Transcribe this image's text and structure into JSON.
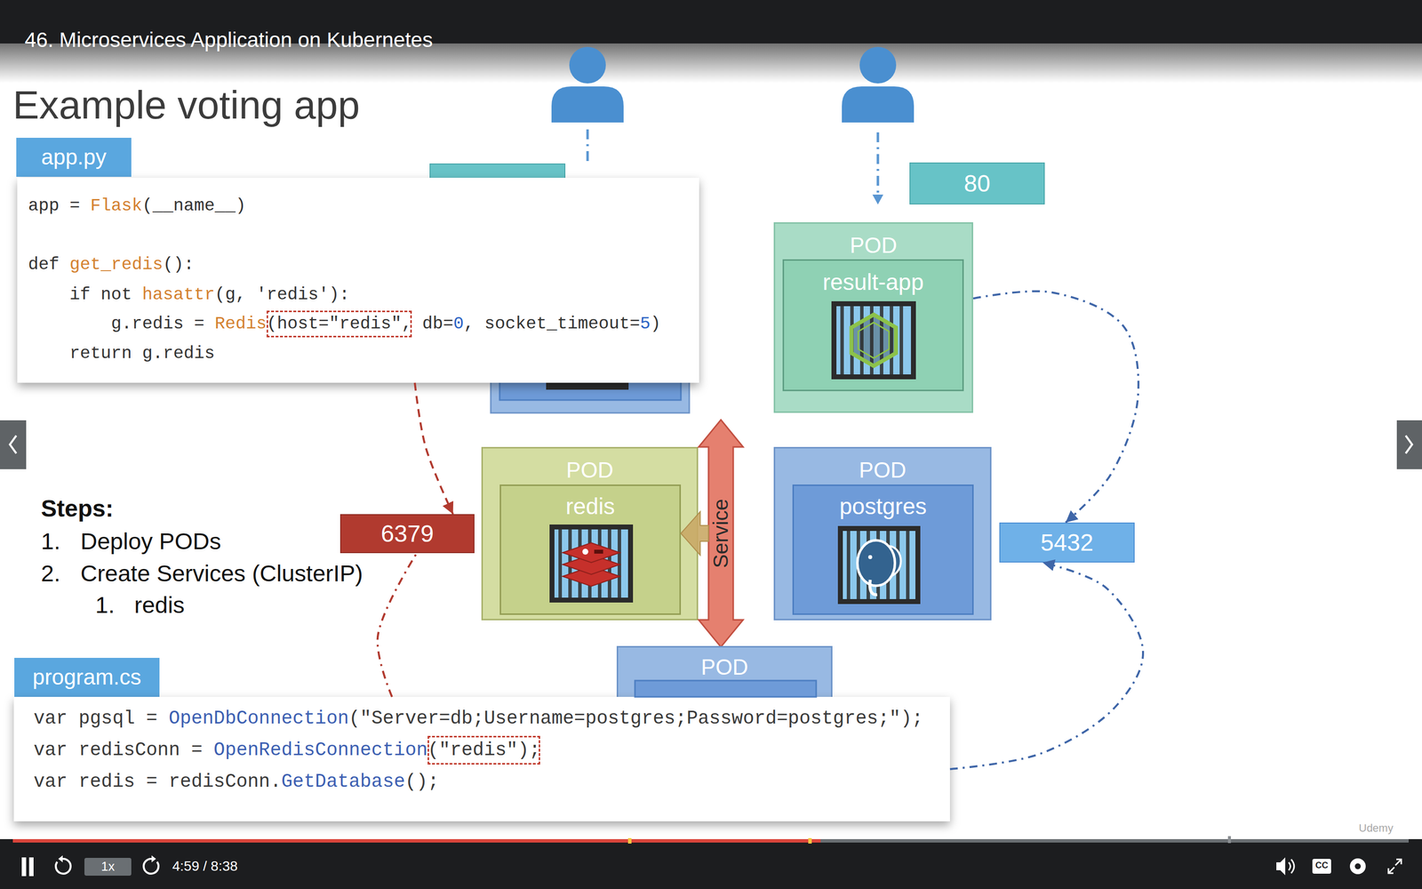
{
  "diagram": {
    "title": "Example voting app",
    "nodes": [
      {
        "text": [
          "app.py"
        ]
      },
      {
        "text": [
          "app = Flask(__name__)",
          "def get_redis():",
          "if not hasattr(g, 'redis'):",
          "g.redis = Redis(host=\"redis\", db=0, socket_timeout=5)",
          "return g.redis"
        ]
      },
      {
        "text": [
          "80"
        ]
      },
      {
        "text": [
          "POD"
        ]
      },
      {
        "text": [
          "result-app"
        ],
        "in": 3
      },
      {
        "text": [
          "6379"
        ]
      },
      {
        "text": [
          "POD"
        ]
      },
      {
        "text": [
          "redis"
        ],
        "in": 6
      },
      {
        "text": [
          "Service"
        ]
      },
      {
        "text": [
          "POD"
        ]
      },
      {
        "text": [
          "postgres"
        ],
        "in": 9
      },
      {
        "text": [
          "5432"
        ]
      },
      {
        "text": [
          "POD"
        ]
      },
      {
        "text": [
          "program.cs"
        ]
      },
      {
        "text": [
          "var pgsql = OpenDbConnection(\"Server=db;Username=postgres;Password=postgres;\");",
          "var redisConn = OpenRedisConnection(\"redis\");",
          "var redis = redisConn.GetDatabase();"
        ]
      }
    ],
    "edges": [
      {
        "from": 1,
        "to": 5,
        "arrow": "to"
      },
      {
        "from": 14,
        "to": 5,
        "arrow": "none"
      },
      {
        "from": 3,
        "to": 11,
        "arrow": "to"
      },
      {
        "from": 14,
        "to": 11,
        "arrow": "to"
      },
      {
        "from": 8,
        "to": 7,
        "arrow": "to"
      }
    ],
    "labels": [
      "46. Microservices Application on Kubernetes",
      "Steps:",
      "1.",
      "Deploy PODs",
      "2.",
      "Create Services (ClusterIP)",
      "1.",
      "redis",
      "1x",
      "4:59 / 8:38",
      "CC",
      "Udemy"
    ]
  }
}
